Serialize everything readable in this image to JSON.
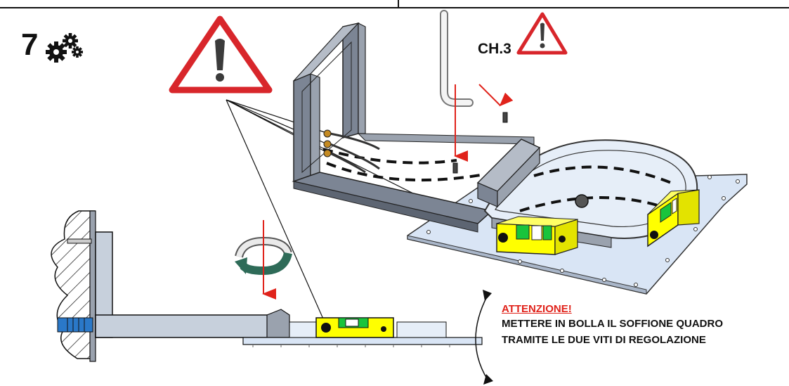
{
  "step": {
    "number": "7",
    "icon": "gears-icon"
  },
  "tool_label": "CH.3",
  "note": {
    "title": "ATTENZIONE!",
    "line1": "METTERE IN BOLLA IL SOFFIONE QUADRO",
    "line2": "TRAMITE LE DUE VITI DI REGOLAZIONE"
  },
  "colors": {
    "warning_red": "#d8262b",
    "arrow_red": "#e0231b",
    "frame_gray": "#8c93a0",
    "plate_blue": "#d9e5f5",
    "level_yellow": "#ffff00",
    "level_green": "#19c43c",
    "rotate_green": "#2e6b58",
    "anchor_blue": "#2a78c8"
  },
  "icons": [
    "warning-triangle-icon",
    "hex-key-icon",
    "gears-icon",
    "rotate-arrow-icon",
    "spirit-level-icon"
  ]
}
